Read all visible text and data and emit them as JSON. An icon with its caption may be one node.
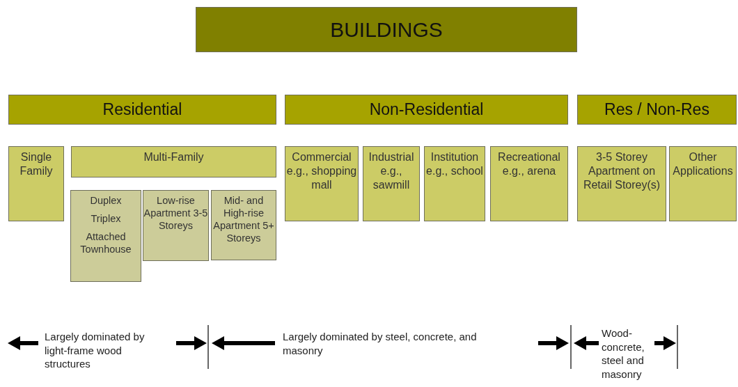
{
  "diagram": {
    "nodes": [
      {
        "text": [
          "BUILDINGS"
        ]
      },
      {
        "text": [
          "Residential"
        ]
      },
      {
        "text": [
          "Non-Residential"
        ]
      },
      {
        "text": [
          "Res / Non-Res"
        ]
      },
      {
        "text": [
          "Single Family"
        ]
      },
      {
        "text": [
          "Multi-Family"
        ]
      },
      {
        "text": [
          "Duplex",
          "Triplex",
          "Attached Townhouse"
        ]
      },
      {
        "text": [
          "Low-rise Apartment 3-5 Storeys"
        ]
      },
      {
        "text": [
          "Mid- and High-rise Apartment 5+ Storeys"
        ]
      },
      {
        "text": [
          "Commercial",
          "e.g., shopping mall"
        ]
      },
      {
        "text": [
          "Industrial",
          "e.g., sawmill"
        ]
      },
      {
        "text": [
          "Institution",
          "e.g., school"
        ]
      },
      {
        "text": [
          "Recreational",
          "e.g., arena"
        ]
      },
      {
        "text": [
          "3-5 Storey Apartment on Retail Storey(s)"
        ]
      },
      {
        "text": [
          "Other Applications"
        ]
      }
    ],
    "labels": [
      "Largely dominated by light-frame wood structures",
      "Largely dominated by steel, concrete, and masonry",
      "Wood-concrete, steel and masonry"
    ]
  }
}
